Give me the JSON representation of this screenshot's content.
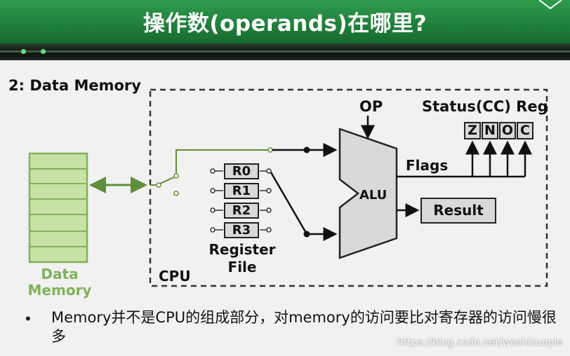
{
  "slide": {
    "title": "操作数(operands)在哪里?",
    "section_label": "2: Data Memory"
  },
  "diagram": {
    "cpu_label": "CPU",
    "op_label": "OP",
    "status_label": "Status(CC) Reg",
    "flags": [
      "Z",
      "N",
      "O",
      "C"
    ],
    "registers": [
      "R0",
      "R1",
      "R2",
      "R3"
    ],
    "register_file_label_line1": "Register",
    "register_file_label_line2": "File",
    "alu_label": "ALU",
    "flags_label": "Flags",
    "result_label": "Result",
    "memory_label_line1": "Data",
    "memory_label_line2": "Memory"
  },
  "bullet": {
    "text": "Memory并不是CPU的组成部分，对memory的访问要比对寄存器的访问慢很多"
  },
  "watermark": "https://blog.csdn.net/woshizuopie",
  "colors": {
    "title_bar": "#1d7a37",
    "memory_fill": "#c8e1a5",
    "memory_stroke": "#7fb25a",
    "box_fill": "#d9d9d9"
  }
}
